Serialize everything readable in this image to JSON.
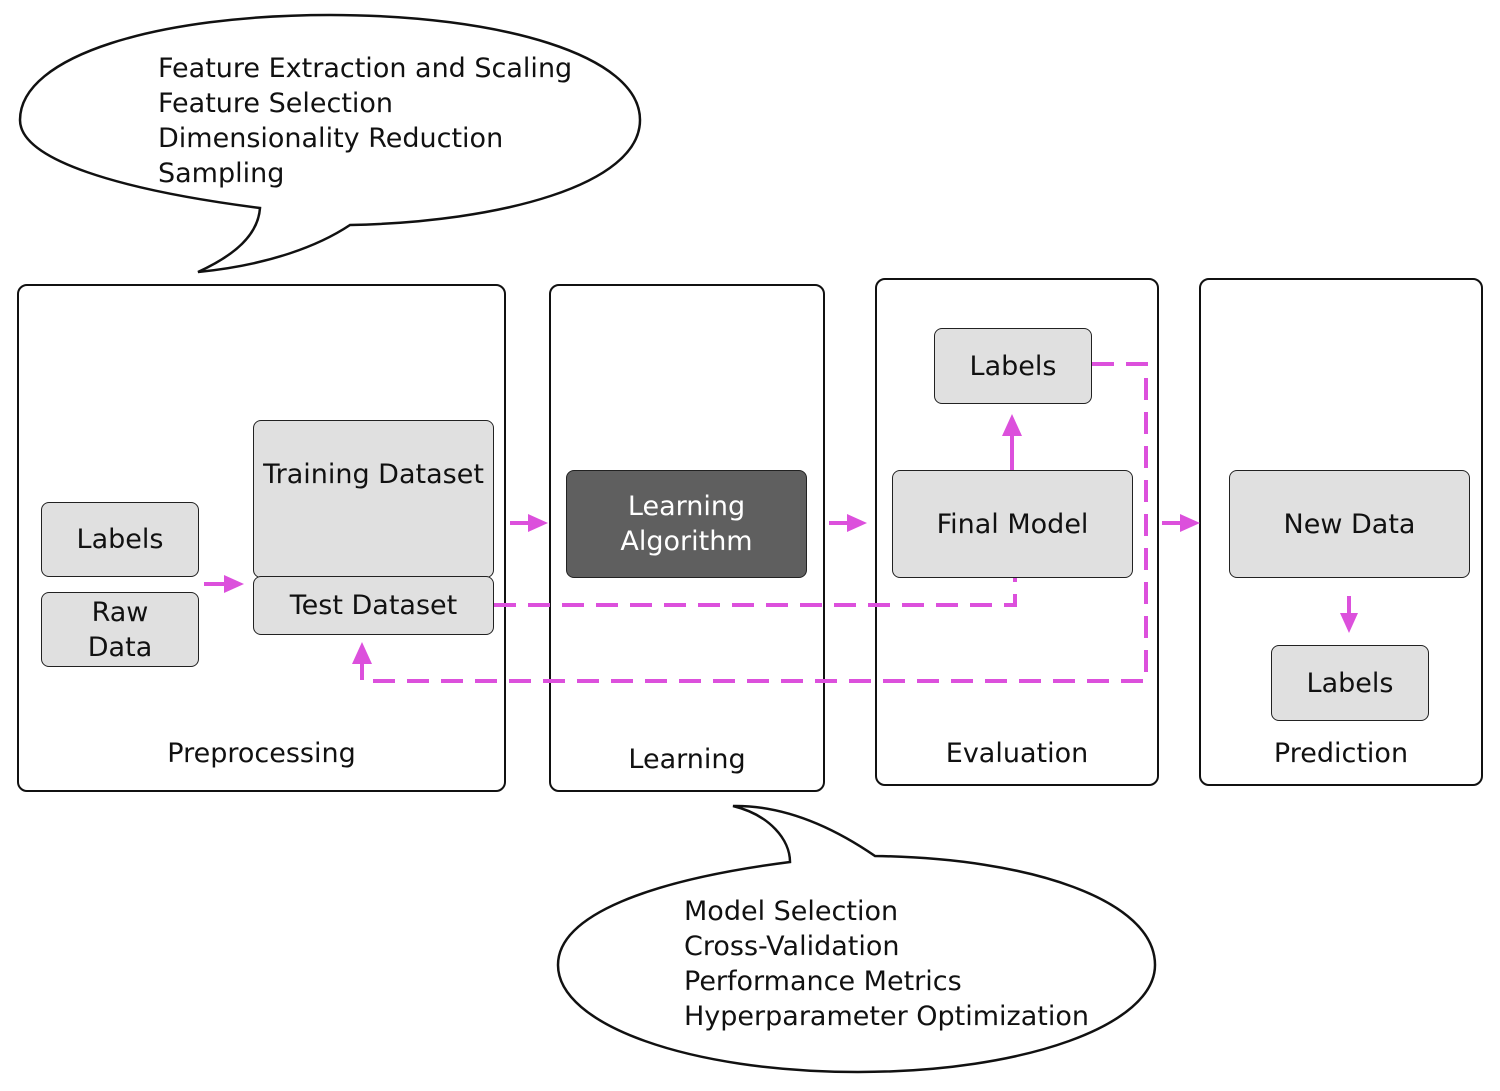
{
  "colors": {
    "arrow": "#dc50dc",
    "box_fill": "#e0e0e0",
    "dark_box_fill": "#5f5f5f",
    "outline": "#111111"
  },
  "bubbles": {
    "preprocessing": [
      "Feature Extraction and Scaling",
      "Feature Selection",
      "Dimensionality Reduction",
      "Sampling"
    ],
    "learning": [
      "Model Selection",
      "Cross-Validation",
      "Performance Metrics",
      "Hyperparameter Optimization"
    ]
  },
  "panels": {
    "preprocessing": {
      "title": "Preprocessing",
      "labels": "Labels",
      "raw_data": [
        "Raw",
        "Data"
      ],
      "training_dataset": "Training Dataset",
      "test_dataset": "Test Dataset"
    },
    "learning": {
      "title": "Learning",
      "algorithm": [
        "Learning",
        "Algorithm"
      ]
    },
    "evaluation": {
      "title": "Evaluation",
      "labels": "Labels",
      "final_model": "Final Model"
    },
    "prediction": {
      "title": "Prediction",
      "new_data": "New Data",
      "labels": "Labels"
    }
  }
}
